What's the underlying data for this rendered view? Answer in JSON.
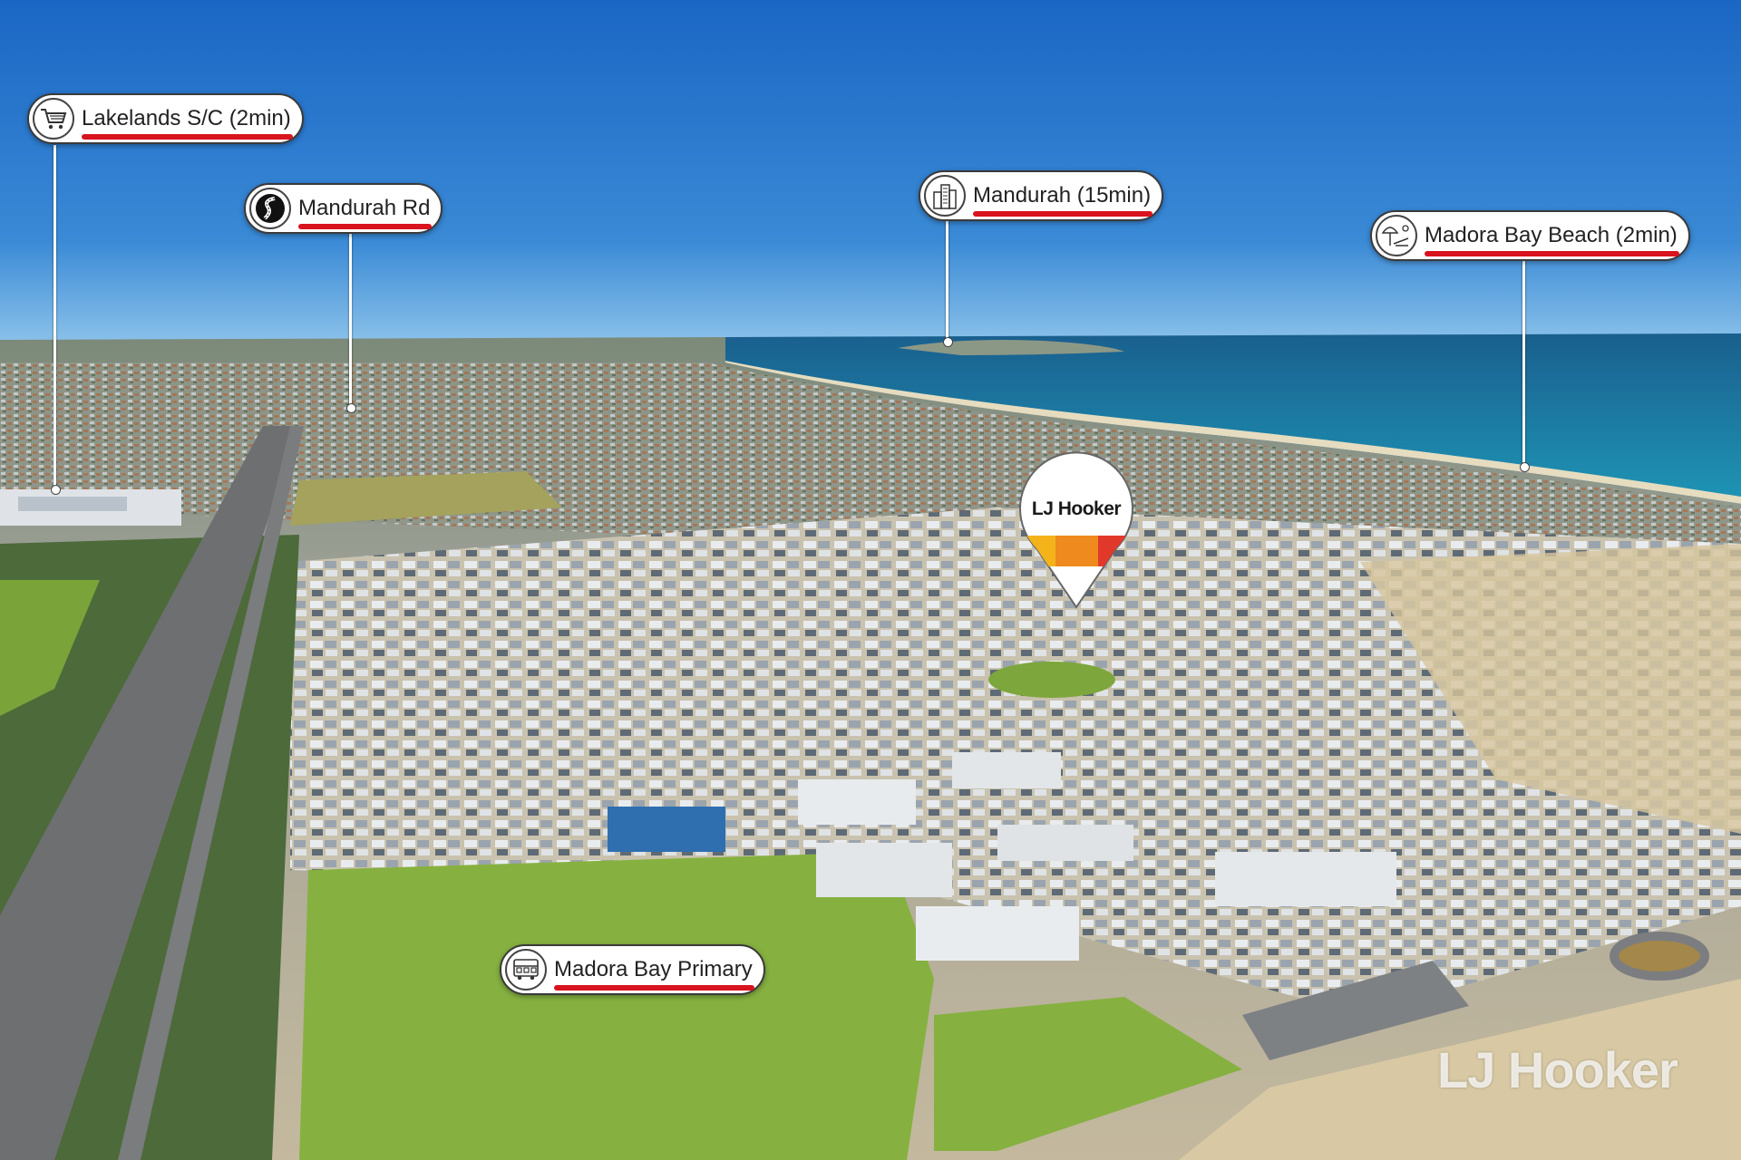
{
  "photo": {
    "sky_top": "#1c6dc8",
    "sky_horizon": "#6fb4e6",
    "ocean": "#1e8fb0",
    "land": "#b5b09a",
    "grass": "#7faa3c"
  },
  "callouts": [
    {
      "id": "lakelands",
      "label": "Lakelands S/C (2min)",
      "icon": "shopping-cart-icon"
    },
    {
      "id": "mandurah-rd",
      "label": "Mandurah Rd",
      "icon": "winding-road-icon"
    },
    {
      "id": "mandurah",
      "label": "Mandurah (15min)",
      "icon": "city-buildings-icon"
    },
    {
      "id": "beach",
      "label": "Madora Bay Beach (2min)",
      "icon": "beach-umbrella-icon"
    },
    {
      "id": "school",
      "label": "Madora Bay Primary",
      "icon": "school-bus-icon"
    }
  ],
  "pin": {
    "brand": "LJ Hooker",
    "stripe_colors": [
      "#f4b31b",
      "#ee8a1e",
      "#e0392b"
    ]
  },
  "watermark": "LJ Hooker"
}
